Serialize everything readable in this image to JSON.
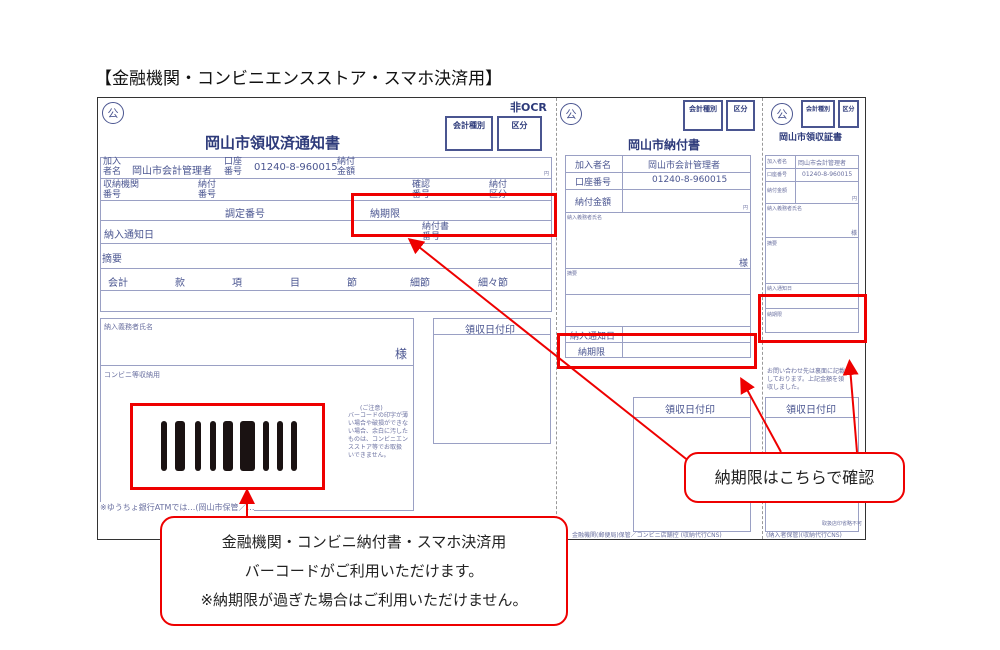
{
  "heading": "【金融機関・コンビニエンスストア・スマホ決済用】",
  "left_slip": {
    "public_mark": "公",
    "non_ocr": "非OCR",
    "stamp_account_type": "会計種別",
    "stamp_category": "区分",
    "title": "岡山市領収済通知書",
    "subscriber_label": "加入者名",
    "subscriber_value": "岡山市会計管理者",
    "account_label": "口座番号",
    "account_value": "01240-8-960015",
    "amount_label": "納付金額",
    "yen": "円",
    "agency_label": "収納機関番号",
    "payment_no_label": "納付番号",
    "confirm_label": "確認番号",
    "pay_type_label": "納付区分",
    "assessment_label": "調定番号",
    "due_label": "納期限",
    "notice_date_label": "納入通知日",
    "slip_no_label": "納付書番号",
    "summary_label": "摘要",
    "budget_labels": [
      "会計",
      "款",
      "項",
      "目",
      "節",
      "細節",
      "細々節"
    ],
    "payer_label": "納入義務者氏名",
    "sama": "様",
    "conv_label": "コンビニ等収納用",
    "notice_title": "(ご注意)",
    "notice_text": "バーコードの印字が薄い場合や破損ができない場合、余白に汚したものは、コンビニエンスストア等でお取扱いできません。",
    "receipt_stamp": "領収日付印",
    "footer": "※ゆうちょ銀行ATMでは…(岡山市保管／…"
  },
  "middle_slip": {
    "public_mark": "公",
    "stamp_account_type": "会計種別",
    "stamp_category": "区分",
    "title": "岡山市納付書",
    "subscriber_label": "加入者名",
    "subscriber_value": "岡山市会計管理者",
    "account_label": "口座番号",
    "account_value": "01240-8-960015",
    "amount_label": "納付金額",
    "yen": "円",
    "payer_label": "納入義務者氏名",
    "sama": "様",
    "tekiyo_label": "摘要",
    "notice_date_label": "納入通知日",
    "due_label": "納期限",
    "receipt_stamp": "領収日付印",
    "footer": "金融機関(郵便局)保管／コンビニ店舗控 (収納代行CNS)"
  },
  "right_slip": {
    "public_mark": "公",
    "stamp_account_type": "会計種別",
    "stamp_category": "区分",
    "title": "岡山市領収証書",
    "subscriber_label": "加入者名",
    "subscriber_value": "岡山市会計管理者",
    "account_label": "口座番号",
    "account_value": "01240-8-960015",
    "amount_label": "納付金額",
    "yen": "円",
    "payer_label": "納入義務者氏名",
    "sama": "様",
    "tekiyo_label": "摘要",
    "notice_date_label": "納入通知日",
    "due_label": "納期限",
    "inquiry_text": "お問い合わせ先は裏面に記載しております。上記金額を領収しました。",
    "receipt_stamp": "領収日付印",
    "handling": "取扱店印省略不可",
    "footer": "(納入者保管)(収納代行CNS)"
  },
  "callouts": {
    "barcode_lines": [
      "金融機関・コンビニ納付書・スマホ決済用",
      "バーコードがご利用いただけます。",
      "※納期限が過ぎた場合はご利用いただけません。"
    ],
    "due_date": "納期限はこちらで確認"
  },
  "colors": {
    "highlight": "#e00000",
    "form_ink": "#4a5590"
  }
}
